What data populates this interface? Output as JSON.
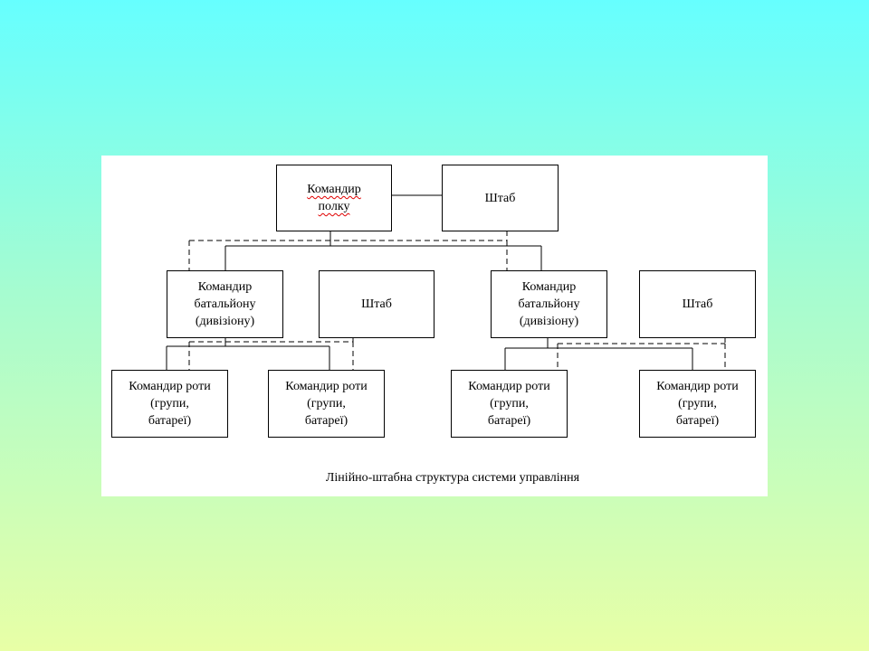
{
  "diagram": {
    "caption": "Лінійно-штабна структура системи управління",
    "regiment_commander": {
      "line1": "Командир",
      "line2": "полку"
    },
    "regiment_staff": "Штаб",
    "battalion_left": {
      "line1": "Командир",
      "line2": "батальйону",
      "line3": "(дивізіону)"
    },
    "battalion_left_staff": "Штаб",
    "battalion_right": {
      "line1": "Командир",
      "line2": "батальйону",
      "line3": "(дивізіону)"
    },
    "battalion_right_staff": "Штаб",
    "company_1": {
      "line1": "Командир роти",
      "line2": "(групи,",
      "line3": "батареї)"
    },
    "company_2": {
      "line1": "Командир роти",
      "line2": "(групи,",
      "line3": "батареї)"
    },
    "company_3": {
      "line1": "Командир роти",
      "line2": "(групи,",
      "line3": "батареї)"
    },
    "company_4": {
      "line1": "Командир роти",
      "line2": "(групи,",
      "line3": "батареї)"
    },
    "spellcheck_underline_color": "#e00000"
  }
}
